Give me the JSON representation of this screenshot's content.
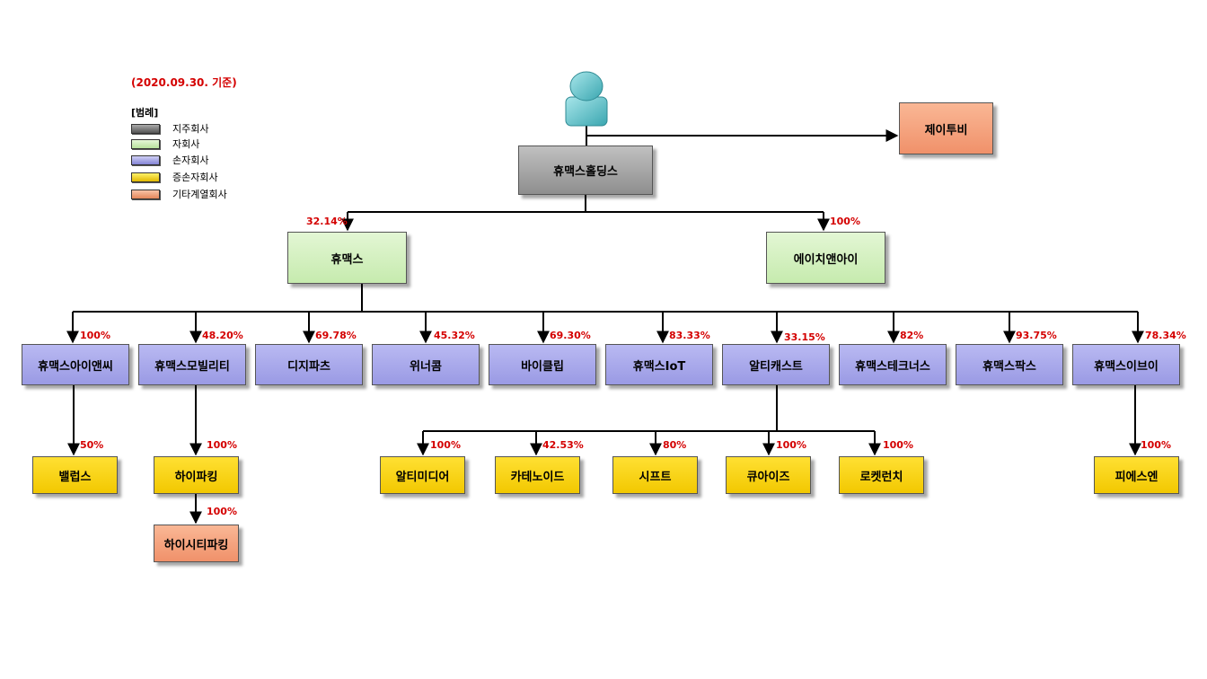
{
  "date_label": "(2020.09.30. 기준)",
  "legend": {
    "title": "[범례]",
    "items": [
      {
        "label": "지주회사",
        "color": "#8c8c8c"
      },
      {
        "label": "자회사",
        "color": "#cdeeb8"
      },
      {
        "label": "손자회사",
        "color": "#a6a6e8"
      },
      {
        "label": "증손자회사",
        "color": "#ffd700"
      },
      {
        "label": "기타계열회사",
        "color": "#f5a37a"
      }
    ]
  },
  "person_icon": "person-icon",
  "nodes": [
    {
      "id": "jetubi",
      "label": "제이투비",
      "type": "other"
    },
    {
      "id": "holdings",
      "label": "휴맥스홀딩스",
      "type": "holding"
    },
    {
      "id": "humax",
      "label": "휴맥스",
      "type": "sub"
    },
    {
      "id": "hni",
      "label": "에이치앤아이",
      "type": "sub"
    },
    {
      "id": "humaxinc",
      "label": "휴맥스아이앤씨",
      "type": "grand"
    },
    {
      "id": "mobility",
      "label": "휴맥스모빌리티",
      "type": "grand"
    },
    {
      "id": "digiparts",
      "label": "디지파츠",
      "type": "grand"
    },
    {
      "id": "winercom",
      "label": "위너콤",
      "type": "grand"
    },
    {
      "id": "bicleap",
      "label": "바이클립",
      "type": "grand"
    },
    {
      "id": "iot",
      "label": "휴맥스IoT",
      "type": "grand"
    },
    {
      "id": "alticast",
      "label": "알티캐스트",
      "type": "grand"
    },
    {
      "id": "technus",
      "label": "휴맥스테크너스",
      "type": "grand"
    },
    {
      "id": "pax",
      "label": "휴맥스팍스",
      "type": "grand"
    },
    {
      "id": "ev",
      "label": "휴맥스이브이",
      "type": "grand"
    },
    {
      "id": "vellups",
      "label": "밸럽스",
      "type": "great"
    },
    {
      "id": "hiparking",
      "label": "하이파킹",
      "type": "great"
    },
    {
      "id": "hicity",
      "label": "하이시티파킹",
      "type": "other"
    },
    {
      "id": "altimedia",
      "label": "알티미디어",
      "type": "great"
    },
    {
      "id": "catenoid",
      "label": "카테노이드",
      "type": "great"
    },
    {
      "id": "sift",
      "label": "시프트",
      "type": "great"
    },
    {
      "id": "cueize",
      "label": "큐아이즈",
      "type": "great"
    },
    {
      "id": "rocket",
      "label": "로켓런치",
      "type": "great"
    },
    {
      "id": "pisn",
      "label": "피에스엔",
      "type": "great"
    }
  ],
  "ownership": {
    "humax": "32.14%",
    "hni": "100%",
    "humaxinc": "100%",
    "mobility": "48.20%",
    "digiparts": "69.78%",
    "winercom": "45.32%",
    "bicleap": "69.30%",
    "iot": "83.33%",
    "alticast": "33.15%",
    "technus": "82%",
    "pax": "93.75%",
    "ev": "78.34%",
    "vellups": "50%",
    "hiparking": "100%",
    "hicity": "100%",
    "altimedia": "100%",
    "catenoid": "42.53%",
    "sift": "80%",
    "cueize": "100%",
    "rocket": "100%",
    "pisn": "100%"
  }
}
